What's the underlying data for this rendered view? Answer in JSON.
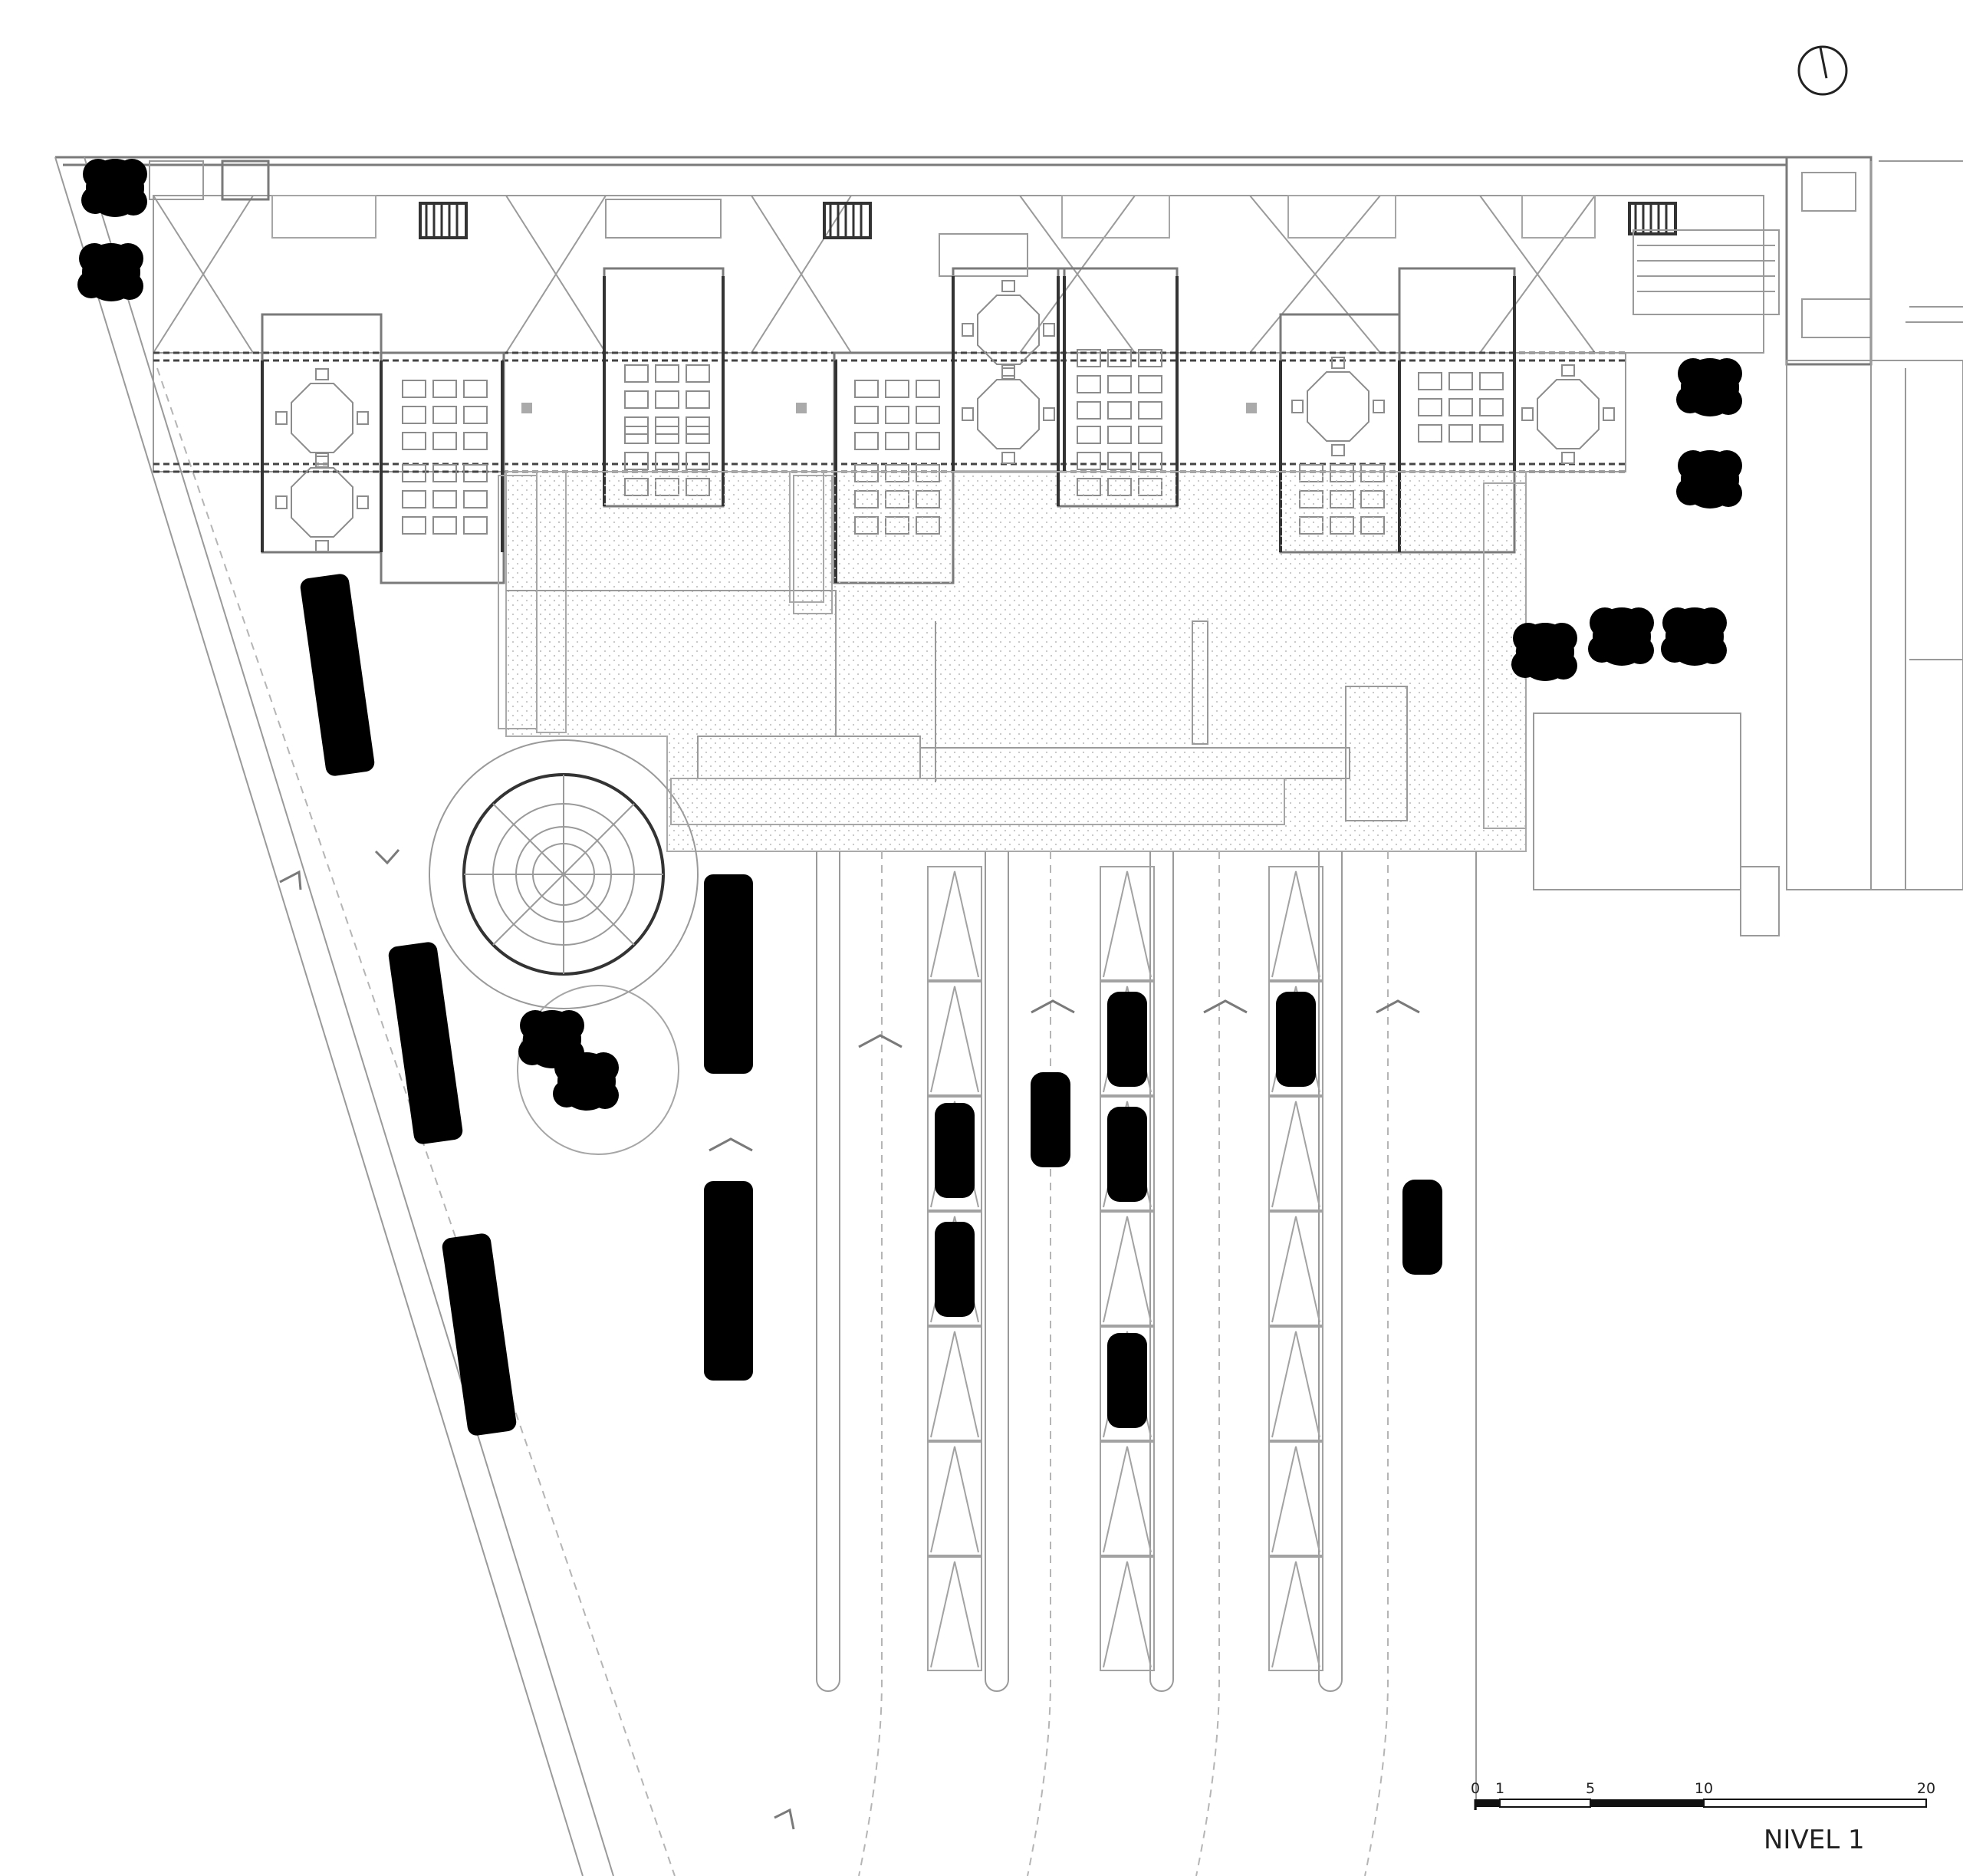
{
  "drawing": {
    "title": "NIVEL 1",
    "scale_bar": {
      "ticks": [
        "0",
        "1",
        "5",
        "10",
        "20"
      ],
      "values": [
        0,
        1,
        5,
        10,
        20
      ]
    },
    "north_arrow": {
      "icon": "north-arrow-icon"
    }
  },
  "colors": {
    "ink": "#333333",
    "line": "#9a9a9a",
    "hatch": "#bdbdbd"
  }
}
